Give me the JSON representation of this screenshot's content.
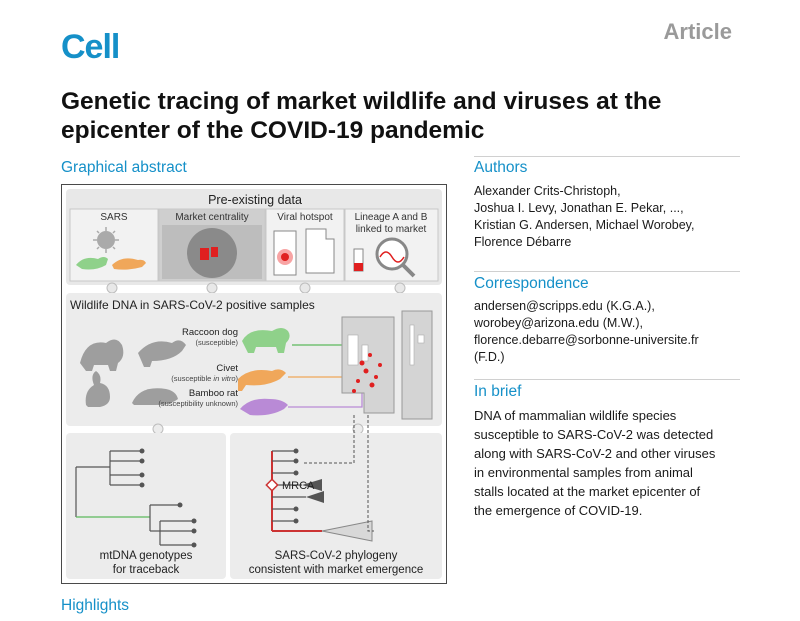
{
  "header": {
    "journal": "Cell",
    "type": "Article",
    "title_line1": "Genetic tracing of market wildlife and viruses at the",
    "title_line2": "epicenter of the COVID-19 pandemic"
  },
  "graphical_abstract": {
    "heading": "Graphical abstract",
    "preexisting": "Pre-existing data",
    "panel_sars": "SARS",
    "panel_centrality": "Market centrality",
    "panel_hotspot": "Viral hotspot",
    "panel_lineage_1": "Lineage A and B",
    "panel_lineage_2": "linked to market",
    "wildlife_heading": "Wildlife DNA in SARS-CoV-2 positive samples",
    "raccoon": "Raccoon dog",
    "raccoon_note": "(susceptible)",
    "civet": "Civet",
    "civet_note_1": "(susceptible ",
    "civet_note_2": "in vitro",
    "civet_note_3": ")",
    "bamboo": "Bamboo rat",
    "bamboo_note": "(susceptibility unknown)",
    "mrca": "MRCA",
    "mtdna_1": "mtDNA genotypes",
    "mtdna_2": "for traceback",
    "phylo_1": "SARS-CoV-2 phylogeny",
    "phylo_2": "consistent with market emergence"
  },
  "highlights": {
    "heading": "Highlights"
  },
  "authors": {
    "heading": "Authors",
    "lines": [
      "Alexander Crits-Christoph,",
      "Joshua I. Levy, Jonathan E. Pekar, ...,",
      "Kristian G. Andersen, Michael Worobey,",
      "Florence Débarre"
    ]
  },
  "correspondence": {
    "heading": "Correspondence",
    "lines": [
      "andersen@scripps.edu (K.G.A.),",
      "worobey@arizona.edu (M.W.),",
      "florence.debarre@sorbonne-universite.fr",
      "(F.D.)"
    ]
  },
  "in_brief": {
    "heading": "In brief",
    "lines": [
      "DNA of mammalian wildlife species",
      "susceptible to SARS-CoV-2 was detected",
      "along with SARS-CoV-2 and other viruses",
      "in environmental samples from animal",
      "stalls located at the market epicenter of",
      "the emergence of COVID-19."
    ]
  },
  "colors": {
    "brand": "#1590c8",
    "raccoon": "#8fd18a",
    "civet": "#f0a75a",
    "bamboo": "#b98ad6",
    "virus_red": "#e02020"
  }
}
